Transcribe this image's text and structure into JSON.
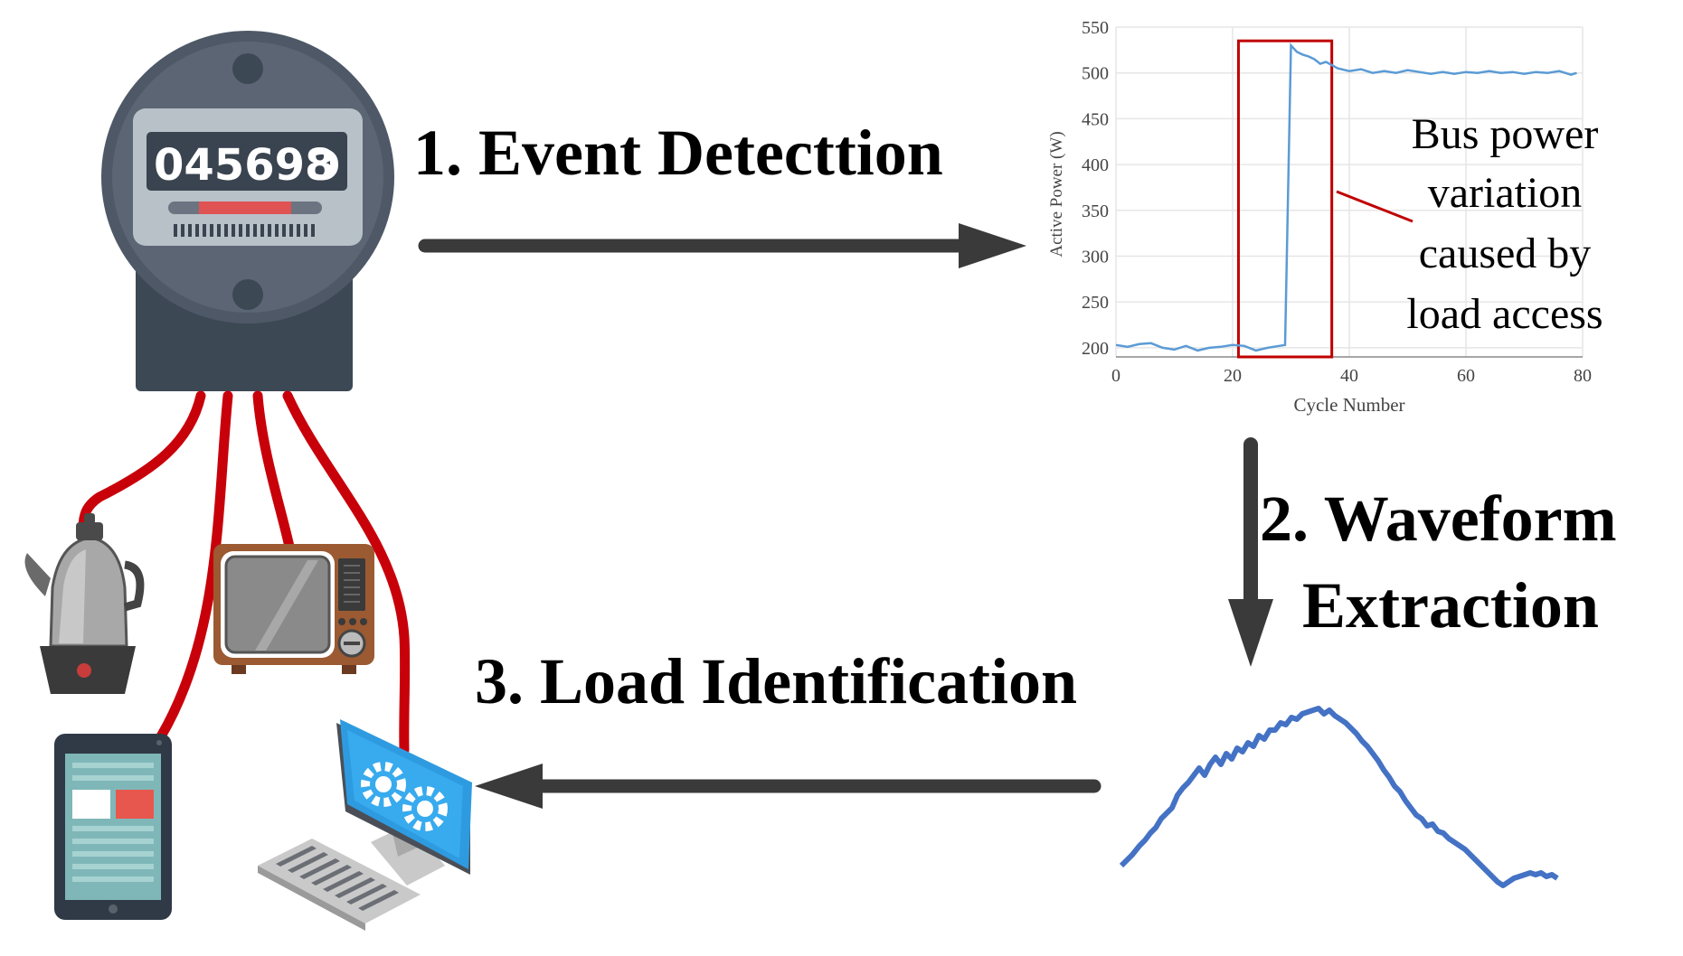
{
  "steps": {
    "step1": "1. Event Detecttion",
    "step2_line1": "2. Waveform",
    "step2_line2": "Extraction",
    "step3": "3. Load Identification"
  },
  "meter": {
    "reading": "045698"
  },
  "annotation": {
    "line1": "Bus power",
    "line2": "variation",
    "line3": "caused by",
    "line4": "load access"
  },
  "icons": [
    "electric-meter-icon",
    "kettle-icon",
    "tv-icon",
    "tablet-icon",
    "computer-icon",
    "keyboard-icon"
  ],
  "colors": {
    "arrow": "#3a3a3a",
    "wire": "#c8000a",
    "highlight_box": "#c00000",
    "series": "#5b9bd5",
    "waveform": "#4472c4"
  },
  "chart_data": {
    "type": "line",
    "xlabel": "Cycle Number",
    "ylabel": "Active Power (W)",
    "xlim": [
      0,
      80
    ],
    "ylim": [
      190,
      550
    ],
    "xticks": [
      0,
      20,
      40,
      60,
      80
    ],
    "yticks": [
      200,
      250,
      300,
      350,
      400,
      450,
      500,
      550
    ],
    "grid": true,
    "highlight": {
      "x": [
        21,
        37
      ],
      "y": [
        190,
        535
      ]
    },
    "series": [
      {
        "x": [
          0,
          2,
          4,
          6,
          8,
          10,
          12,
          14,
          16,
          18,
          20,
          22,
          24,
          26,
          28,
          29,
          30,
          31,
          32,
          33,
          34,
          35,
          36,
          38,
          40,
          42,
          44,
          46,
          48,
          50,
          52,
          54,
          56,
          58,
          60,
          62,
          64,
          66,
          68,
          70,
          72,
          74,
          76,
          78,
          79
        ],
        "values": [
          203,
          201,
          204,
          205,
          200,
          198,
          202,
          197,
          200,
          201,
          203,
          202,
          197,
          200,
          202,
          203,
          530,
          523,
          520,
          518,
          515,
          510,
          512,
          505,
          502,
          504,
          500,
          502,
          500,
          503,
          501,
          499,
          501,
          499,
          501,
          500,
          502,
          500,
          501,
          499,
          501,
          500,
          502,
          498,
          500
        ]
      }
    ]
  }
}
